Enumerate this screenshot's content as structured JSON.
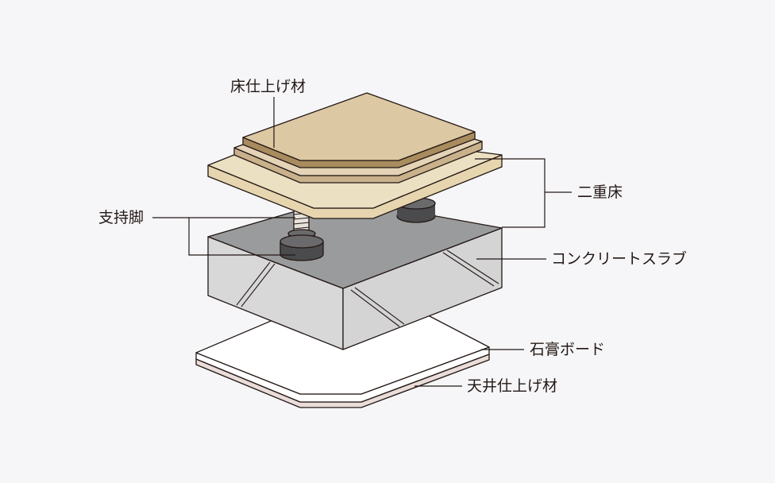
{
  "labels": {
    "floor_finish": "床仕上げ材",
    "double_floor": "二重床",
    "support_leg": "支持脚",
    "concrete_slab": "コンクリートスラブ",
    "gypsum_board": "石膏ボード",
    "ceiling_finish": "天井仕上げ材"
  },
  "colors": {
    "background": "#f6f6f8",
    "line": "#231815",
    "floor_finish_top": "#dcc8a2",
    "floor_finish_side": "#a98c5e",
    "mid_layer_top": "#e4d3b6",
    "mid_layer_side": "#c9b18b",
    "double_floor_top": "#ece0c2",
    "double_floor_side": "#e6d5ae",
    "slab_top": "#9a9b9c",
    "slab_side_left": "#d8d8d9",
    "slab_side_right": "#d4d4d5",
    "gypsum_top": "#ffffff",
    "ceiling_finish": "#e9dcd9",
    "support_bolt": "#e6e3dc",
    "support_base": "#4b4b4d"
  },
  "icons": [
    "support-leg-icon"
  ]
}
